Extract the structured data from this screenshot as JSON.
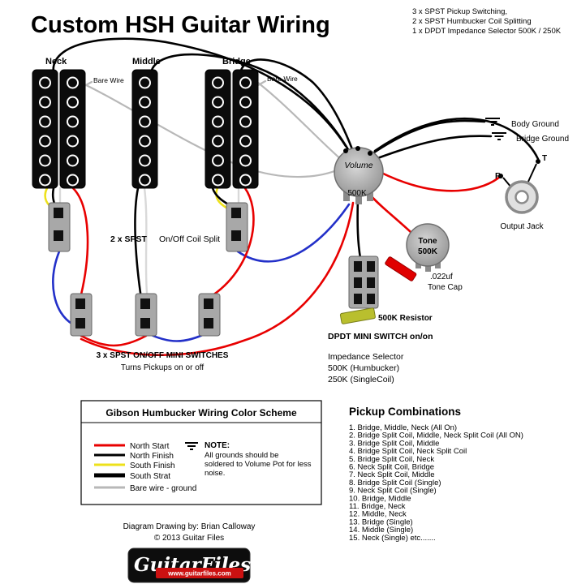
{
  "title": "Custom HSH Guitar Wiring",
  "header_notes": {
    "line1": "3 x SPST Pickup Switching,",
    "line2": "2 x SPST Humbucker Coil Splitting",
    "line3": "1 x DPDT Impedance Selector 500K / 250K"
  },
  "pickups": {
    "neck": "Neck",
    "middle": "Middle",
    "bridge": "Bridge",
    "bare_wire_neck": "Bare Wire",
    "bare_wire_bridge": "Bare Wire"
  },
  "switches": {
    "spst_pair": "2 x SPST",
    "coil_split": "On/Off Coil Split",
    "mini_label": "3 x SPST ON/OFF MINI SWITCHES",
    "mini_note": "Turns Pickups on or off",
    "mini_note_color": "#ff0000"
  },
  "controls": {
    "volume": {
      "label": "Volume",
      "value": "500K"
    },
    "tone": {
      "label": "Tone",
      "value": "500K"
    },
    "tone_cap": {
      "value": ".022uf",
      "label": "Tone Cap"
    },
    "resistor": "500K Resistor",
    "dpdt": "DPDT MINI SWITCH on/on",
    "impedance": {
      "title": "Impedance Selector",
      "option1": "500K (Humbucker)",
      "option2": "250K (SingleCoil)"
    }
  },
  "grounds": {
    "body": "Body Ground",
    "bridge": "Bridge Ground"
  },
  "output_jack": {
    "label": "Output Jack",
    "ring": "R",
    "tip": "T"
  },
  "legend": {
    "title": "Gibson Humbucker Wiring Color Scheme",
    "entries": [
      {
        "label": "North Start",
        "color": "#e80000"
      },
      {
        "label": "North Finish",
        "color": "#000000"
      },
      {
        "label": "South Finish",
        "color": "#ede11b"
      },
      {
        "label": "South Strat",
        "color": "#000000"
      },
      {
        "label": "Bare wire - ground",
        "color": "#b8b8b8"
      }
    ],
    "note": {
      "heading": "NOTE:",
      "line1": "All grounds should be",
      "line2": "soldered to Volume Pot for less",
      "line3": "noise."
    }
  },
  "combinations": {
    "title": "Pickup Combinations",
    "items": [
      "1. Bridge, Middle, Neck (All On)",
      "2. Bridge Split Coil, Middle, Neck Split Coil (All ON)",
      "3. Bridge Split Coil, Middle",
      "4. Bridge Split Coil, Neck Split Coil",
      "5. Bridge Split Coil, Neck",
      "6. Neck Split Coil, Bridge",
      "7. Neck Split Coil, Middle",
      "8. Bridge Split Coil (Single)",
      "9. Neck Split Coil (Single)",
      "10. Bridge, Middle",
      "11. Bridge, Neck",
      "12. Middle, Neck",
      "13. Bridge (Single)",
      "14. Middle (Single)",
      "15. Neck (Single) etc......."
    ]
  },
  "credits": {
    "author": "Diagram Drawing by: Brian Calloway",
    "copyright": "© 2013 Guitar Files"
  },
  "logo": {
    "name": "GuitarFiles",
    "url": "www.guitarfiles.com"
  }
}
